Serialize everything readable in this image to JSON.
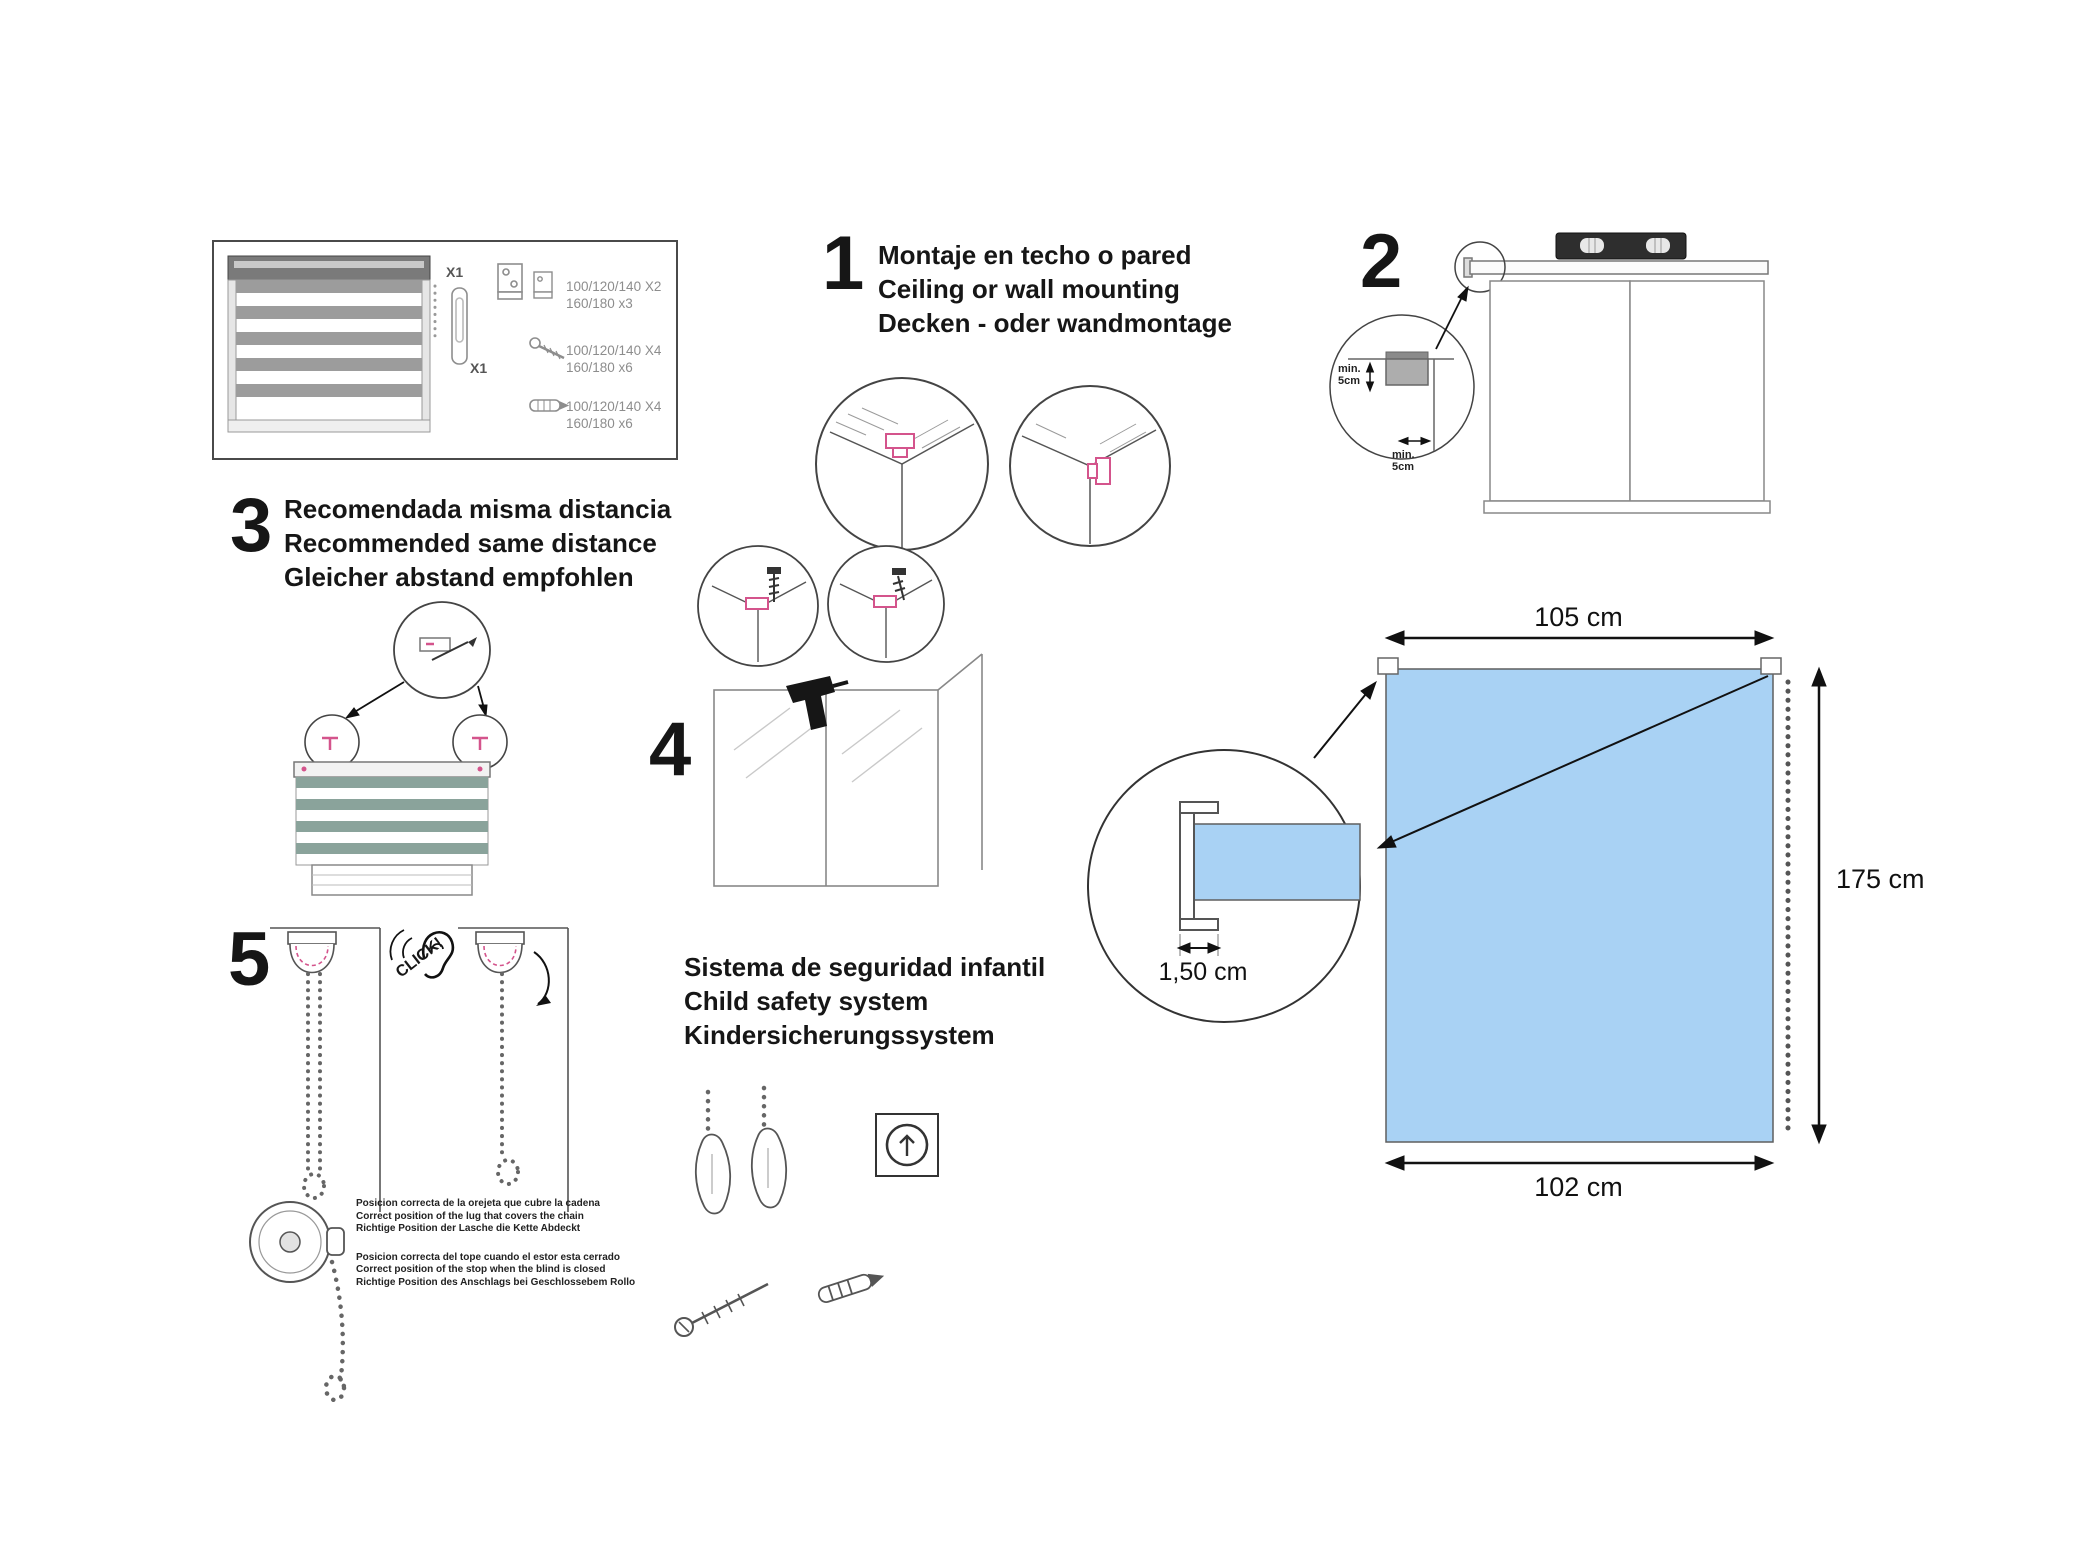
{
  "colors": {
    "accent_pink": "#d4548c",
    "blind_blue": "#a9d2f4",
    "stripe_gray": "#9c9c9c",
    "stripe_teal": "#8aa39b",
    "ink": "#1b1b1b"
  },
  "parts_box": {
    "blind_count": "X1",
    "clip_count": "X1",
    "rows": [
      {
        "line1": "100/120/140 X2",
        "line2": "160/180 x3"
      },
      {
        "line1": "100/120/140 X4",
        "line2": "160/180 x6"
      },
      {
        "line1": "100/120/140 X4",
        "line2": "160/180 x6"
      }
    ]
  },
  "step1": {
    "number": "1",
    "title_es": "Montaje en techo o pared",
    "title_en": "Ceiling or wall mounting",
    "title_de": "Decken - oder wandmontage"
  },
  "step2": {
    "number": "2",
    "min_vertical_line1": "min.",
    "min_vertical_line2": "5cm",
    "min_horizontal_line1": "min.",
    "min_horizontal_line2": "5cm"
  },
  "step3": {
    "number": "3",
    "title_es": "Recomendada misma distancia",
    "title_en": "Recommended same distance",
    "title_de": "Gleicher abstand empfohlen"
  },
  "step4": {
    "number": "4"
  },
  "step5": {
    "number": "5",
    "click_label": "CLICK!"
  },
  "child_safety": {
    "title_es": "Sistema de seguridad infantil",
    "title_en": "Child safety system",
    "title_de": "Kindersicherungssystem"
  },
  "chain_notes": {
    "lug_es": "Posicion correcta de la orejeta que cubre la cadena",
    "lug_en": "Correct position of the lug that covers the chain",
    "lug_de": "Richtige Position der Lasche die Kette Abdeckt",
    "stop_es": "Posicion correcta del tope cuando el estor esta cerrado",
    "stop_en": "Correct position of the stop when the blind is closed",
    "stop_de": "Richtige Position des Anschlags bei Geschlossebem Rollo"
  },
  "blind_diagram": {
    "width_top": "105 cm",
    "height_right": "175 cm",
    "width_bottom": "102 cm",
    "bracket_depth": "1,50 cm"
  }
}
